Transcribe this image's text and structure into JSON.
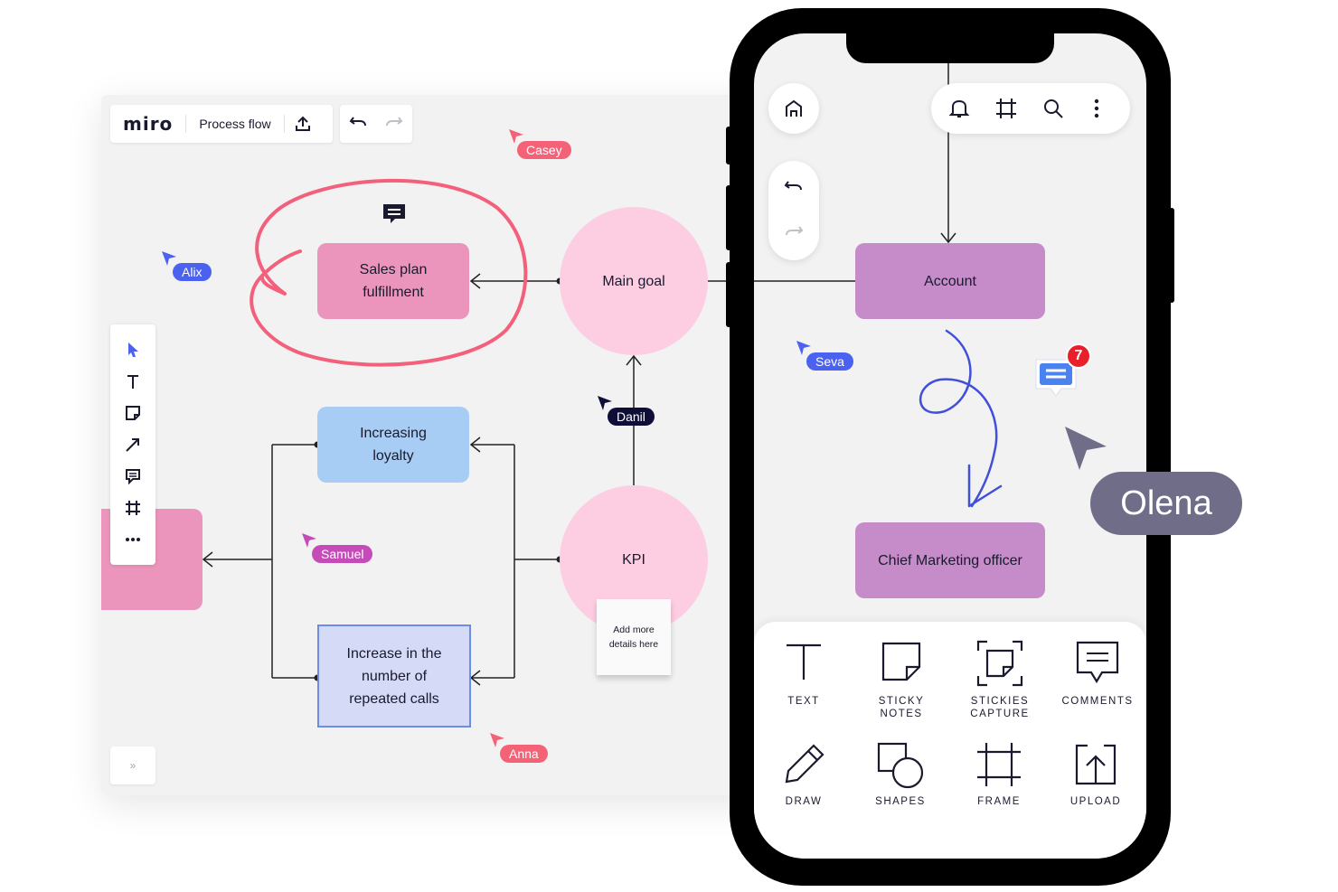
{
  "desktop": {
    "logo": "miro",
    "board_title": "Process flow",
    "nodes": {
      "sales_plan": "Sales plan fulfillment",
      "main_goal": "Main goal",
      "increasing_loyalty": "Increasing loyalty",
      "kpi": "KPI",
      "increase_calls": "Increase in the number of repeated calls",
      "sticky_note": "Add more details here"
    },
    "cursors": {
      "casey": "Casey",
      "alix": "Alix",
      "danil": "Danil",
      "samuel": "Samuel",
      "anna": "Anna"
    },
    "expand_label": "»"
  },
  "mobile": {
    "nodes": {
      "account": "Account",
      "cmo": "Chief Marketing officer"
    },
    "cursors": {
      "seva": "Seva",
      "olena": "Olena"
    },
    "comment_badge": "7",
    "tray": {
      "text": "TEXT",
      "sticky_notes": "STICKY NOTES",
      "stickies_capture": "STICKIES CAPTURE",
      "comments": "COMMENTS",
      "draw": "DRAW",
      "shapes": "SHAPES",
      "frame": "FRAME",
      "upload": "UPLOAD"
    }
  },
  "colors": {
    "pink_node": "#ec95bc",
    "circle": "#fdcde2",
    "blue_node": "#a7cdf4",
    "lavender_node": "#d5dbf7",
    "purple_node": "#c68bc9",
    "red_ink": "#f2607b",
    "blue_ink": "#4050d8",
    "casey": "#f46277",
    "alix": "#4a62ef",
    "danil": "#0f0e36",
    "samuel": "#c54cb8",
    "anna": "#f46277",
    "seva": "#4a62ef",
    "olena": "#6f6d88",
    "badge": "#e8202a"
  }
}
